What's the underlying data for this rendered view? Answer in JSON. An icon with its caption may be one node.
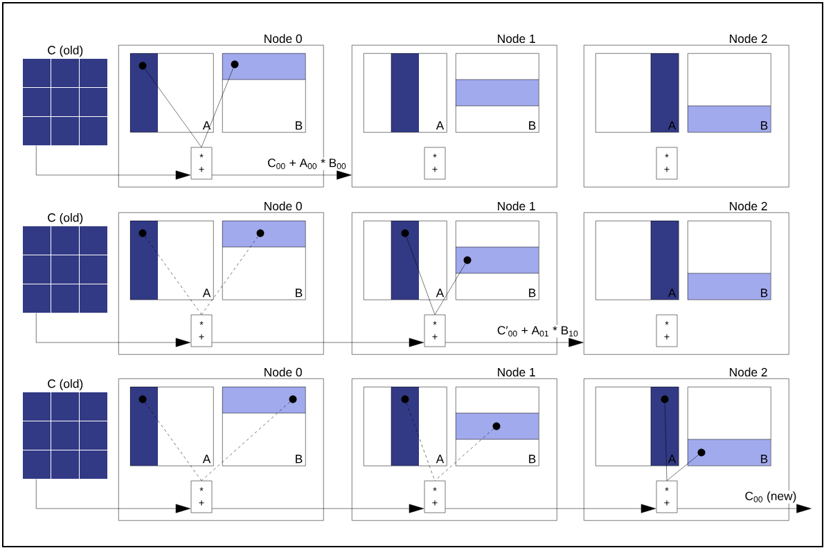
{
  "diagram": {
    "nodes": [
      {
        "text": [
          "C (old)"
        ]
      },
      {
        "text": [
          "Node 0"
        ]
      },
      {
        "text": [
          "A"
        ],
        "in": 1
      },
      {
        "text": [],
        "shape": "circle",
        "in": 2
      },
      {
        "text": [
          "B"
        ],
        "in": 1
      },
      {
        "text": [],
        "shape": "circle",
        "in": 4
      },
      {
        "text": [
          "*",
          "+"
        ],
        "in": 1
      },
      {
        "text": [
          "Node 1"
        ]
      },
      {
        "text": [
          "A"
        ],
        "in": 7
      },
      {
        "text": [
          "B"
        ],
        "in": 7
      },
      {
        "text": [
          "*",
          "+"
        ],
        "in": 7
      },
      {
        "text": [
          "Node 2"
        ]
      },
      {
        "text": [
          "A"
        ],
        "in": 11
      },
      {
        "text": [
          "B"
        ],
        "in": 11
      },
      {
        "text": [
          "*",
          "+"
        ],
        "in": 11
      },
      {
        "text": [
          "C (old)"
        ]
      },
      {
        "text": [
          "Node 0"
        ]
      },
      {
        "text": [
          "A"
        ],
        "in": 16
      },
      {
        "text": [],
        "shape": "circle",
        "in": 17
      },
      {
        "text": [
          "B"
        ],
        "in": 16
      },
      {
        "text": [],
        "shape": "circle",
        "in": 19
      },
      {
        "text": [
          "*",
          "+"
        ],
        "in": 16
      },
      {
        "text": [
          "Node 1"
        ]
      },
      {
        "text": [
          "A"
        ],
        "in": 22
      },
      {
        "text": [],
        "shape": "circle",
        "in": 23
      },
      {
        "text": [
          "B"
        ],
        "in": 22
      },
      {
        "text": [],
        "shape": "circle",
        "in": 25
      },
      {
        "text": [
          "*",
          "+"
        ],
        "in": 22
      },
      {
        "text": [
          "Node 2"
        ]
      },
      {
        "text": [
          "A"
        ],
        "in": 28
      },
      {
        "text": [
          "B"
        ],
        "in": 28
      },
      {
        "text": [
          "*",
          "+"
        ],
        "in": 28
      },
      {
        "text": [
          "C (old)"
        ]
      },
      {
        "text": [
          "Node 0"
        ]
      },
      {
        "text": [
          "A"
        ],
        "in": 33
      },
      {
        "text": [],
        "shape": "circle",
        "in": 34
      },
      {
        "text": [
          "B"
        ],
        "in": 33
      },
      {
        "text": [],
        "shape": "circle",
        "in": 36
      },
      {
        "text": [
          "*",
          "+"
        ],
        "in": 33
      },
      {
        "text": [
          "Node 1"
        ]
      },
      {
        "text": [
          "A"
        ],
        "in": 39
      },
      {
        "text": [],
        "shape": "circle",
        "in": 40
      },
      {
        "text": [
          "B"
        ],
        "in": 39
      },
      {
        "text": [],
        "shape": "circle",
        "in": 42
      },
      {
        "text": [
          "*",
          "+"
        ],
        "in": 39
      },
      {
        "text": [
          "Node 2"
        ]
      },
      {
        "text": [
          "A"
        ],
        "in": 45
      },
      {
        "text": [],
        "shape": "circle",
        "in": 46
      },
      {
        "text": [
          "B"
        ],
        "in": 45
      },
      {
        "text": [],
        "shape": "circle",
        "in": 48
      },
      {
        "text": [
          "*",
          "+"
        ],
        "in": 45
      }
    ],
    "edges": [
      {
        "from": 3,
        "to": 6,
        "arrow": "none"
      },
      {
        "from": 5,
        "to": 6,
        "arrow": "none"
      },
      {
        "from": 0,
        "to": 6,
        "arrow": "to"
      },
      {
        "from": 6,
        "to": 7,
        "arrow": "to",
        "label": "C$_{00}$ + A$_{00}$ * B$_{00}$"
      },
      {
        "from": 18,
        "to": 21,
        "arrow": "none",
        "style": "dashed"
      },
      {
        "from": 20,
        "to": 21,
        "arrow": "none",
        "style": "dashed"
      },
      {
        "from": 24,
        "to": 27,
        "arrow": "none"
      },
      {
        "from": 26,
        "to": 27,
        "arrow": "none"
      },
      {
        "from": 15,
        "to": 21,
        "arrow": "to"
      },
      {
        "from": 21,
        "to": 27,
        "arrow": "to"
      },
      {
        "from": 27,
        "to": 28,
        "arrow": "to",
        "label": "C′$_{00}$ + A$_{01}$ * B$_{10}$"
      },
      {
        "from": 35,
        "to": 38,
        "arrow": "none",
        "style": "dashed"
      },
      {
        "from": 37,
        "to": 38,
        "arrow": "none",
        "style": "dashed"
      },
      {
        "from": 41,
        "to": 44,
        "arrow": "none",
        "style": "dashed"
      },
      {
        "from": 43,
        "to": 44,
        "arrow": "none",
        "style": "dashed"
      },
      {
        "from": 47,
        "to": 50,
        "arrow": "none"
      },
      {
        "from": 49,
        "to": 50,
        "arrow": "none"
      },
      {
        "from": 32,
        "to": 38,
        "arrow": "to"
      },
      {
        "from": 38,
        "to": 44,
        "arrow": "to"
      },
      {
        "from": 44,
        "to": 50,
        "arrow": "to"
      },
      {
        "from": 50,
        "to": null,
        "arrow": "to",
        "label": "C$_{00}$ (new)"
      }
    ]
  }
}
